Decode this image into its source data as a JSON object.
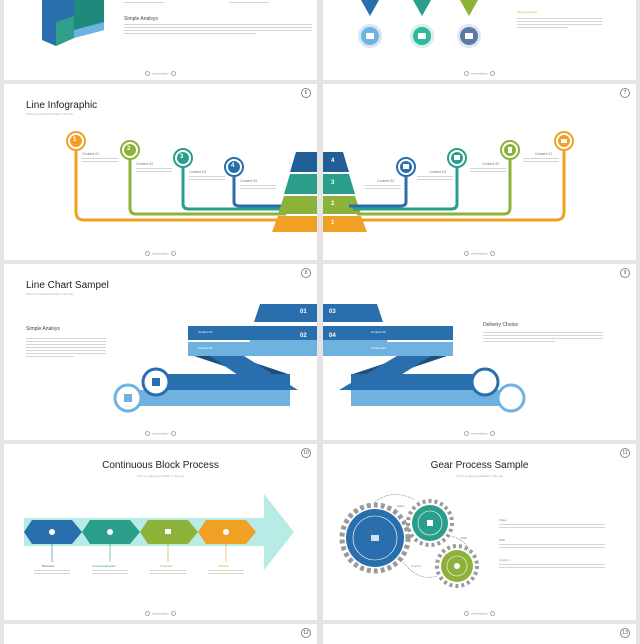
{
  "slides": [
    {
      "number": "",
      "heading": "Simple Analsys"
    },
    {
      "number": "",
      "side_title": "Level and Free"
    },
    {
      "number": "6",
      "title": "Line Infographic",
      "subtitle": "This is a relevant subtitle in this line",
      "contents": [
        "Content 01",
        "Content 02",
        "Content 03",
        "Content 04",
        "Content 04",
        "Content 03",
        "Content 02",
        "Content 01"
      ],
      "steps": [
        "4",
        "3",
        "2",
        "1"
      ],
      "markers": [
        "1",
        "2",
        "3",
        "4"
      ]
    },
    {
      "number": "7"
    },
    {
      "number": "8",
      "title": "Line Chart Sampel",
      "subtitle": "This is a relevant subtitle in this line",
      "heading": "Simple Analsys",
      "labels": [
        "01",
        "02"
      ],
      "rows": [
        "Content 01",
        "Content 02"
      ]
    },
    {
      "number": "9",
      "heading": "Delivery Choice",
      "labels": [
        "03",
        "04"
      ],
      "rows": [
        "Content 03",
        "Content 04"
      ]
    },
    {
      "number": "10",
      "title": "Continuous Block Process",
      "subtitle": "This is a relevant subtitle in this line",
      "blocks": [
        "Business",
        "Conceptualization",
        "Proposal",
        "Website"
      ]
    },
    {
      "number": "11",
      "title": "Gear Process Sample",
      "subtitle": "This is a relevant subtitle in this line",
      "gear_labels": [
        "Video",
        "Web",
        "Graphic"
      ],
      "side_items": [
        "Video",
        "Web",
        "Graphic"
      ]
    },
    {
      "number": "12"
    },
    {
      "number": "13"
    }
  ],
  "footer_text": "presentation",
  "colors": {
    "orange": "#f0a024",
    "green": "#8db23a",
    "teal": "#2a9e8a",
    "blue": "#2a6fad",
    "lightblue": "#6fb2e0",
    "grey": "#9a9a9a"
  }
}
